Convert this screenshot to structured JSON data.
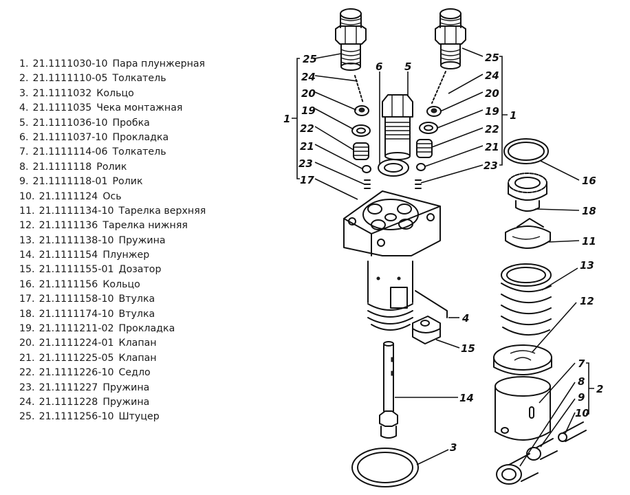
{
  "parts_list": [
    {
      "num": "1.",
      "code": "21.1111030-10",
      "name": "Пара плунжерная"
    },
    {
      "num": "2.",
      "code": "21.1111110-05",
      "name": "Толкатель"
    },
    {
      "num": "3.",
      "code": "21.1111032",
      "name": "Кольцо"
    },
    {
      "num": "4.",
      "code": "21.1111035",
      "name": "Чека монтажная"
    },
    {
      "num": "5.",
      "code": "21.1111036-10",
      "name": "Пробка"
    },
    {
      "num": "6.",
      "code": "21.1111037-10",
      "name": "Прокладка"
    },
    {
      "num": "7.",
      "code": "21.1111114-06",
      "name": "Толкатель"
    },
    {
      "num": "8.",
      "code": "21.1111118",
      "name": "Ролик"
    },
    {
      "num": "9.",
      "code": "21.1111118-01",
      "name": "Ролик"
    },
    {
      "num": "10.",
      "code": "21.1111124",
      "name": "Ось"
    },
    {
      "num": "11.",
      "code": "21.1111134-10",
      "name": "Тарелка верхняя"
    },
    {
      "num": "12.",
      "code": "21.1111136",
      "name": "Тарелка нижняя"
    },
    {
      "num": "13.",
      "code": "21.1111138-10",
      "name": "Пружина"
    },
    {
      "num": "14.",
      "code": "21.1111154",
      "name": "Плунжер"
    },
    {
      "num": "15.",
      "code": "21.1111155-01",
      "name": "Дозатор"
    },
    {
      "num": "16.",
      "code": "21.1111156",
      "name": "Кольцо"
    },
    {
      "num": "17.",
      "code": "21.1111158-10",
      "name": "Втулка"
    },
    {
      "num": "18.",
      "code": "21.1111174-10",
      "name": "Втулка"
    },
    {
      "num": "19.",
      "code": "21.1111211-02",
      "name": "Прокладка"
    },
    {
      "num": "20.",
      "code": "21.1111224-01",
      "name": "Клапан"
    },
    {
      "num": "21.",
      "code": "21.1111225-05",
      "name": "Клапан"
    },
    {
      "num": "22.",
      "code": "21.1111226-10",
      "name": "Седло"
    },
    {
      "num": "23.",
      "code": "21.1111227",
      "name": "Пружина"
    },
    {
      "num": "24.",
      "code": "21.1111228",
      "name": "Пружина"
    },
    {
      "num": "25.",
      "code": "21.1111256-10",
      "name": "Штуцер"
    }
  ],
  "diagram": {
    "left_stack_labels": [
      "25",
      "24",
      "20",
      "19",
      "22",
      "21",
      "23",
      "17"
    ],
    "left_group_label": "1",
    "right_stack_labels": [
      "25",
      "24",
      "20",
      "19",
      "22",
      "21",
      "23"
    ],
    "right_group_label": "1",
    "center_labels": {
      "gasket": "6",
      "plug": "5",
      "pin": "4",
      "metering_sleeve": "15",
      "plunger": "14",
      "ring_bottom": "3"
    },
    "right_column_labels": {
      "ring_top": "16",
      "gear_sleeve": "18",
      "upper_plate": "11",
      "spring": "13",
      "lower_plate": "12"
    },
    "tappet_labels": [
      "7",
      "8",
      "9",
      "10"
    ],
    "tappet_group_label": "2"
  }
}
